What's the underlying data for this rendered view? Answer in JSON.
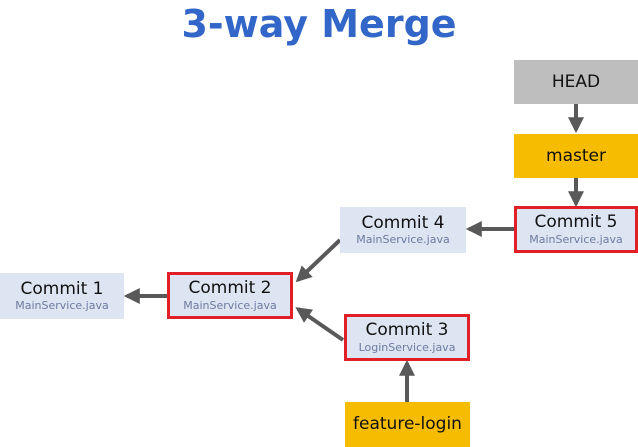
{
  "title": "3-way Merge",
  "colors": {
    "title": "#3266c8",
    "commit_fill": "#dde4f2",
    "highlight_border": "#e01f26",
    "head_fill": "#bebebe",
    "branch_fill": "#f6bc00",
    "arrow": "#595959",
    "filename_text": "#6b7ba0"
  },
  "refs": {
    "head": "HEAD",
    "master": "master",
    "feature": "feature-login"
  },
  "commits": [
    {
      "label": "Commit 1",
      "file": "MainService.java",
      "highlighted": false
    },
    {
      "label": "Commit 2",
      "file": "MainService.java",
      "highlighted": true
    },
    {
      "label": "Commit 3",
      "file": "LoginService.java",
      "highlighted": true
    },
    {
      "label": "Commit 4",
      "file": "MainService.java",
      "highlighted": false
    },
    {
      "label": "Commit 5",
      "file": "MainService.java",
      "highlighted": true
    }
  ]
}
